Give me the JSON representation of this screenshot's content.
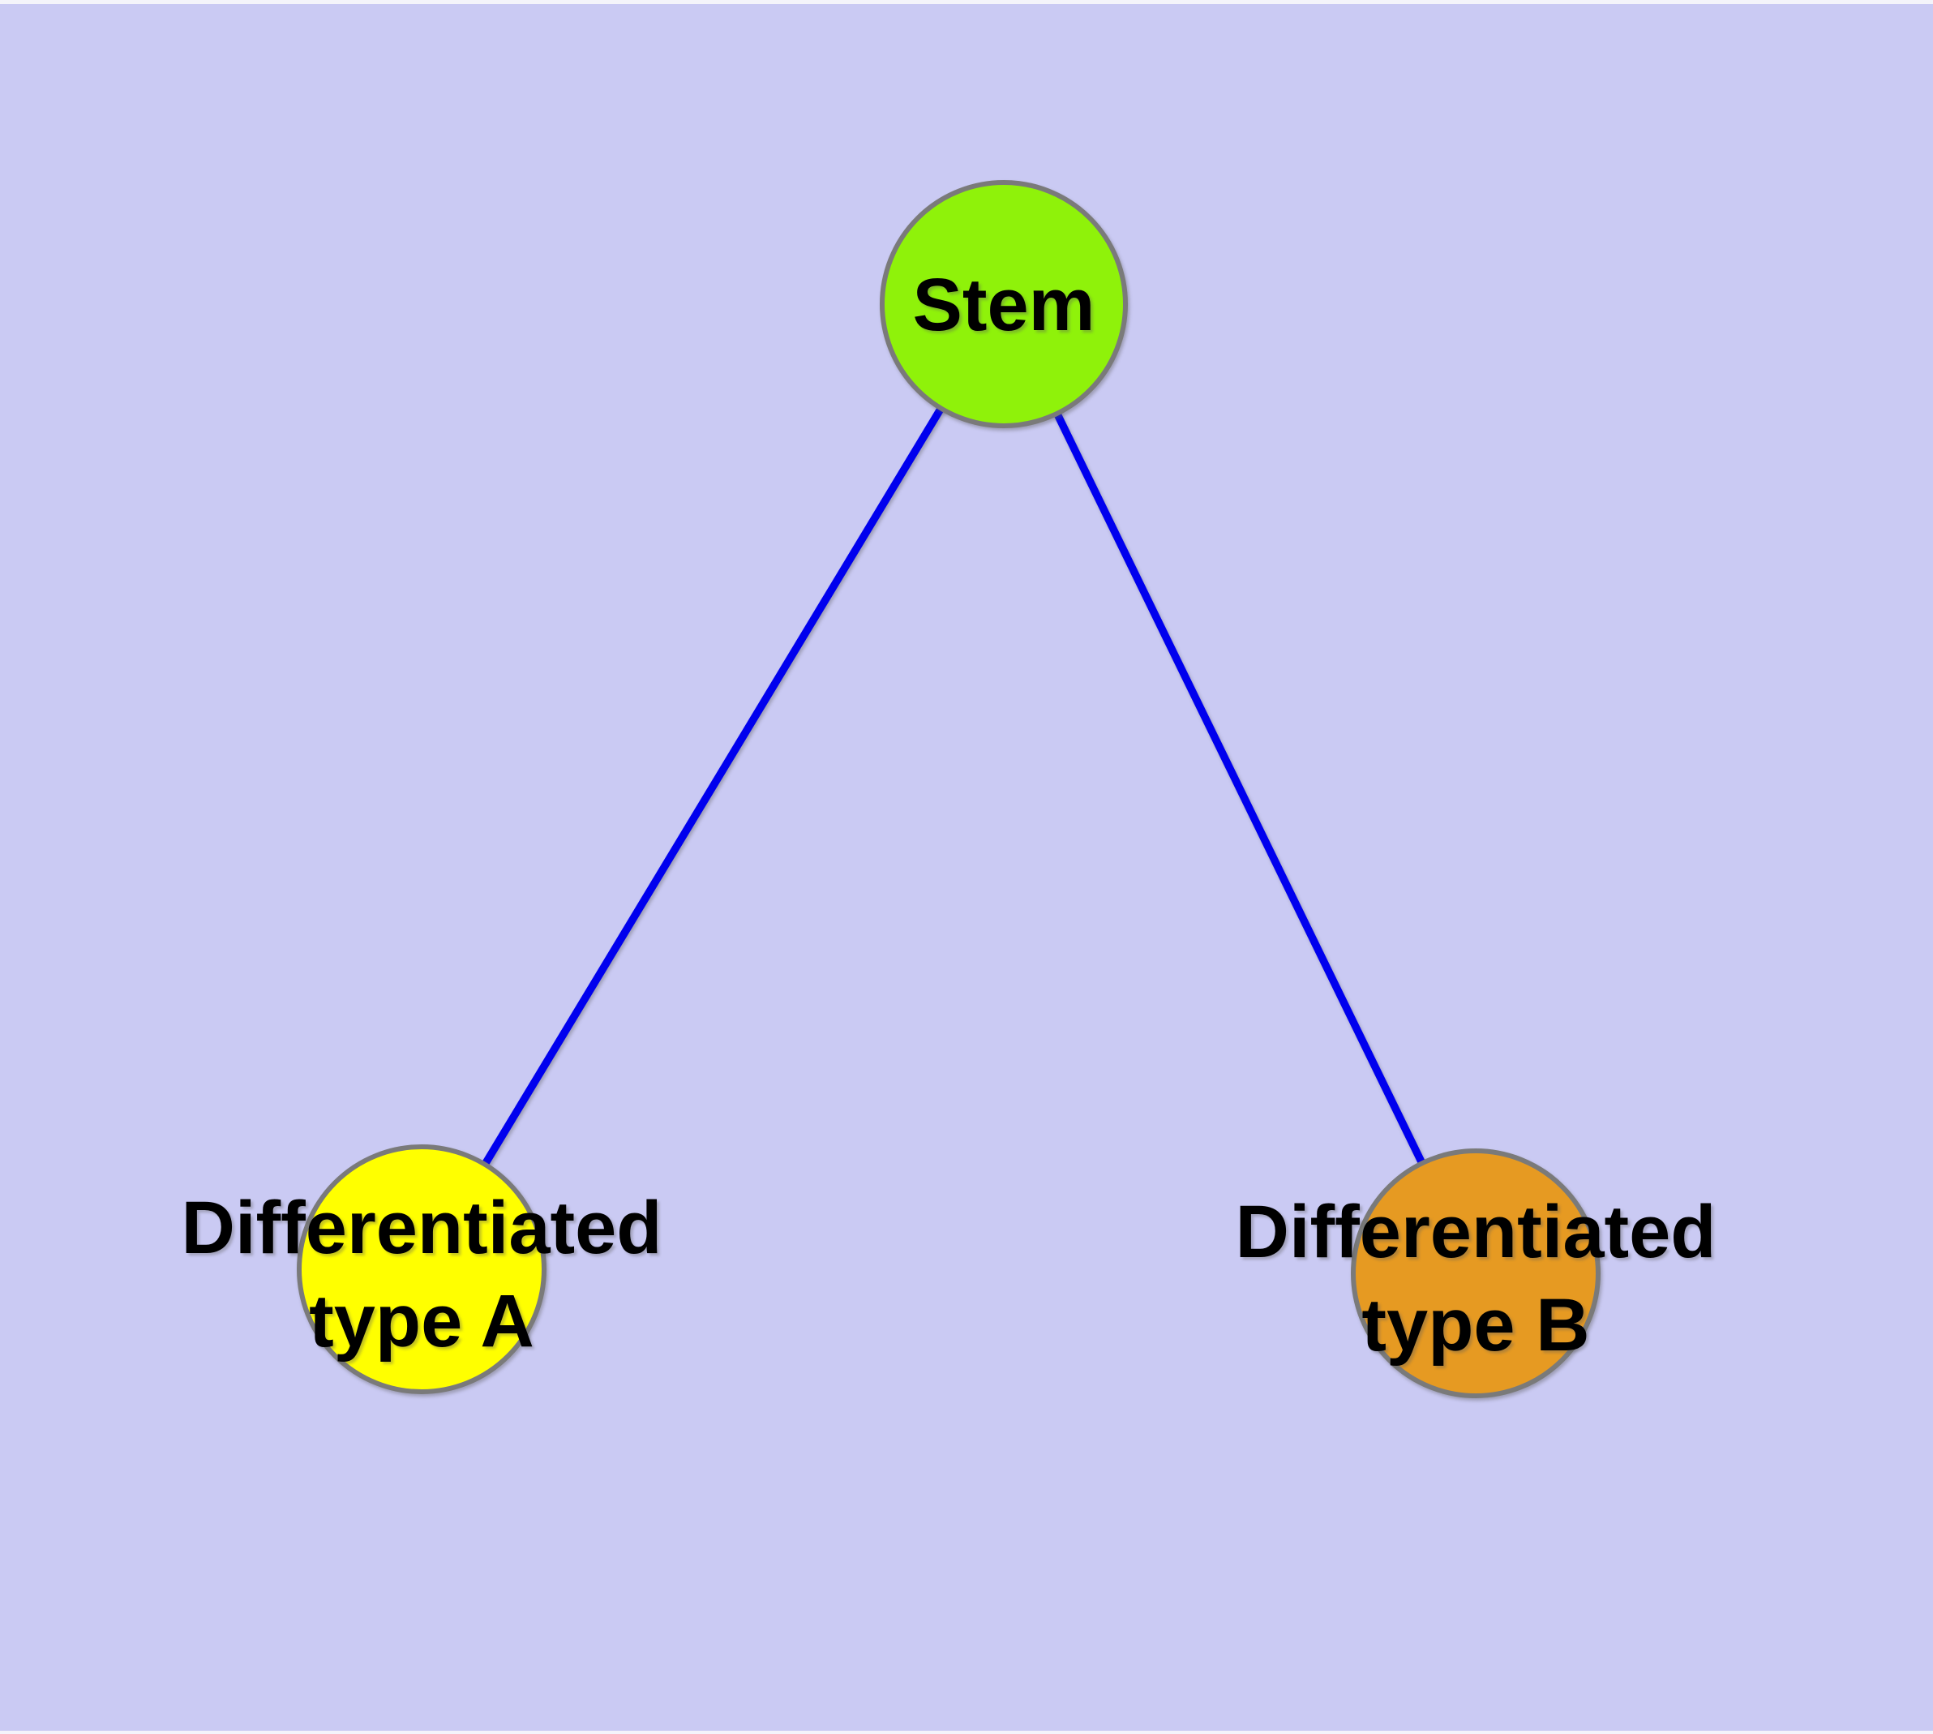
{
  "diagram": {
    "background_color": "#cacaf3",
    "frame_strip_color": "#f4f4fa",
    "edge_color": "#0000ee",
    "node_border_color": "#7a7a7a",
    "label_text_color": "#000000",
    "nodes": [
      {
        "id": "stem",
        "label": "Stem",
        "color": "#8ff20a"
      },
      {
        "id": "differentiated-type-a",
        "label": "Differentiated type A",
        "label_line1": "Differentiated",
        "label_line2": "type A",
        "color": "#ffff00"
      },
      {
        "id": "differentiated-type-b",
        "label": "Differentiated type B",
        "label_line1": "Differentiated",
        "label_line2": "type B",
        "color": "#e69a22"
      }
    ],
    "edges": [
      {
        "from": "Stem",
        "to": "Differentiated type A"
      },
      {
        "from": "Stem",
        "to": "Differentiated type B"
      }
    ]
  }
}
